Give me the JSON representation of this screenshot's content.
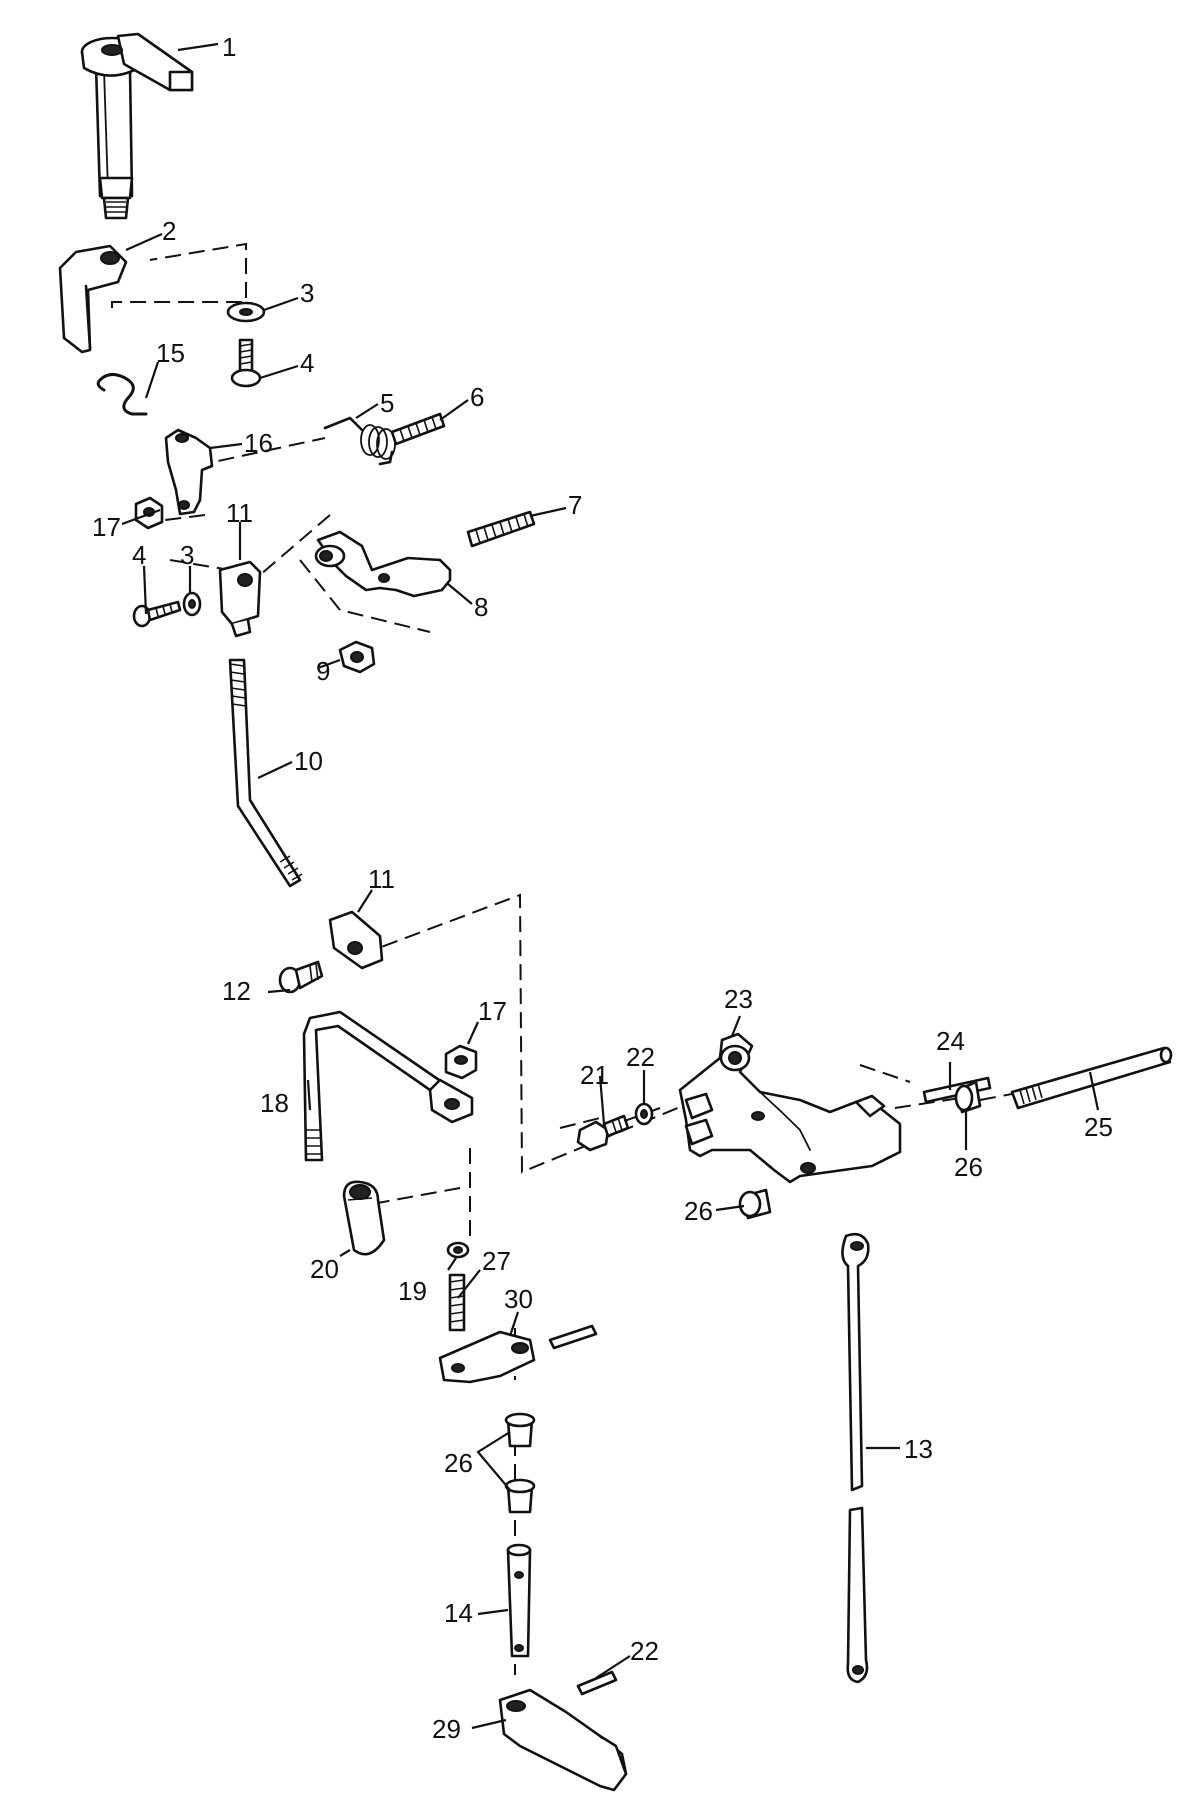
{
  "diagram": {
    "type": "exploded-parts-view",
    "callouts": [
      {
        "id": "c1",
        "label": "1"
      },
      {
        "id": "c2",
        "label": "2"
      },
      {
        "id": "c3a",
        "label": "3"
      },
      {
        "id": "c4a",
        "label": "4"
      },
      {
        "id": "c15",
        "label": "15"
      },
      {
        "id": "c5",
        "label": "5"
      },
      {
        "id": "c6",
        "label": "6"
      },
      {
        "id": "c16",
        "label": "16"
      },
      {
        "id": "c17a",
        "label": "17"
      },
      {
        "id": "c7",
        "label": "7"
      },
      {
        "id": "c11a",
        "label": "11"
      },
      {
        "id": "c4b",
        "label": "4"
      },
      {
        "id": "c3b",
        "label": "3"
      },
      {
        "id": "c8",
        "label": "8"
      },
      {
        "id": "c9",
        "label": "9"
      },
      {
        "id": "c10",
        "label": "10"
      },
      {
        "id": "c11b",
        "label": "11"
      },
      {
        "id": "c12",
        "label": "12"
      },
      {
        "id": "c23",
        "label": "23"
      },
      {
        "id": "c17b",
        "label": "17"
      },
      {
        "id": "c24",
        "label": "24"
      },
      {
        "id": "c22a",
        "label": "22"
      },
      {
        "id": "c21",
        "label": "21"
      },
      {
        "id": "c18",
        "label": "18"
      },
      {
        "id": "c25",
        "label": "25"
      },
      {
        "id": "c26a",
        "label": "26"
      },
      {
        "id": "c26b",
        "label": "26"
      },
      {
        "id": "c20",
        "label": "20"
      },
      {
        "id": "c27",
        "label": "27"
      },
      {
        "id": "c19",
        "label": "19"
      },
      {
        "id": "c30",
        "label": "30"
      },
      {
        "id": "c13",
        "label": "13"
      },
      {
        "id": "c26c",
        "label": "26"
      },
      {
        "id": "c14",
        "label": "14"
      },
      {
        "id": "c22b",
        "label": "22"
      },
      {
        "id": "c29",
        "label": "29"
      }
    ]
  }
}
